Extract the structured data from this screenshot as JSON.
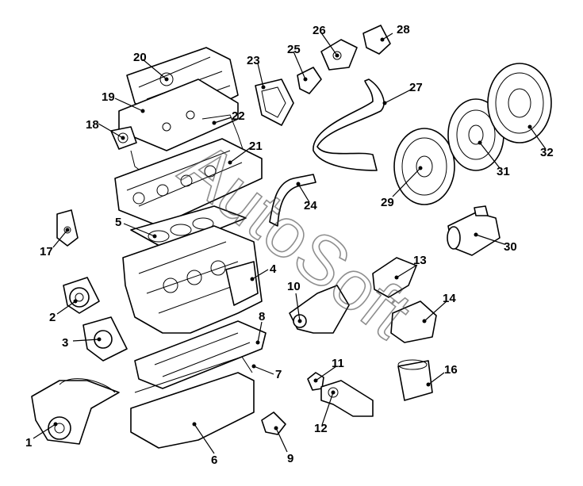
{
  "watermark": "AutoSoft",
  "callouts": [
    "1",
    "2",
    "3",
    "4",
    "5",
    "6",
    "7",
    "8",
    "9",
    "10",
    "11",
    "12",
    "13",
    "14",
    "16",
    "17",
    "18",
    "19",
    "20",
    "21",
    "22",
    "23",
    "24",
    "25",
    "26",
    "27",
    "28",
    "29",
    "30",
    "31",
    "32"
  ]
}
